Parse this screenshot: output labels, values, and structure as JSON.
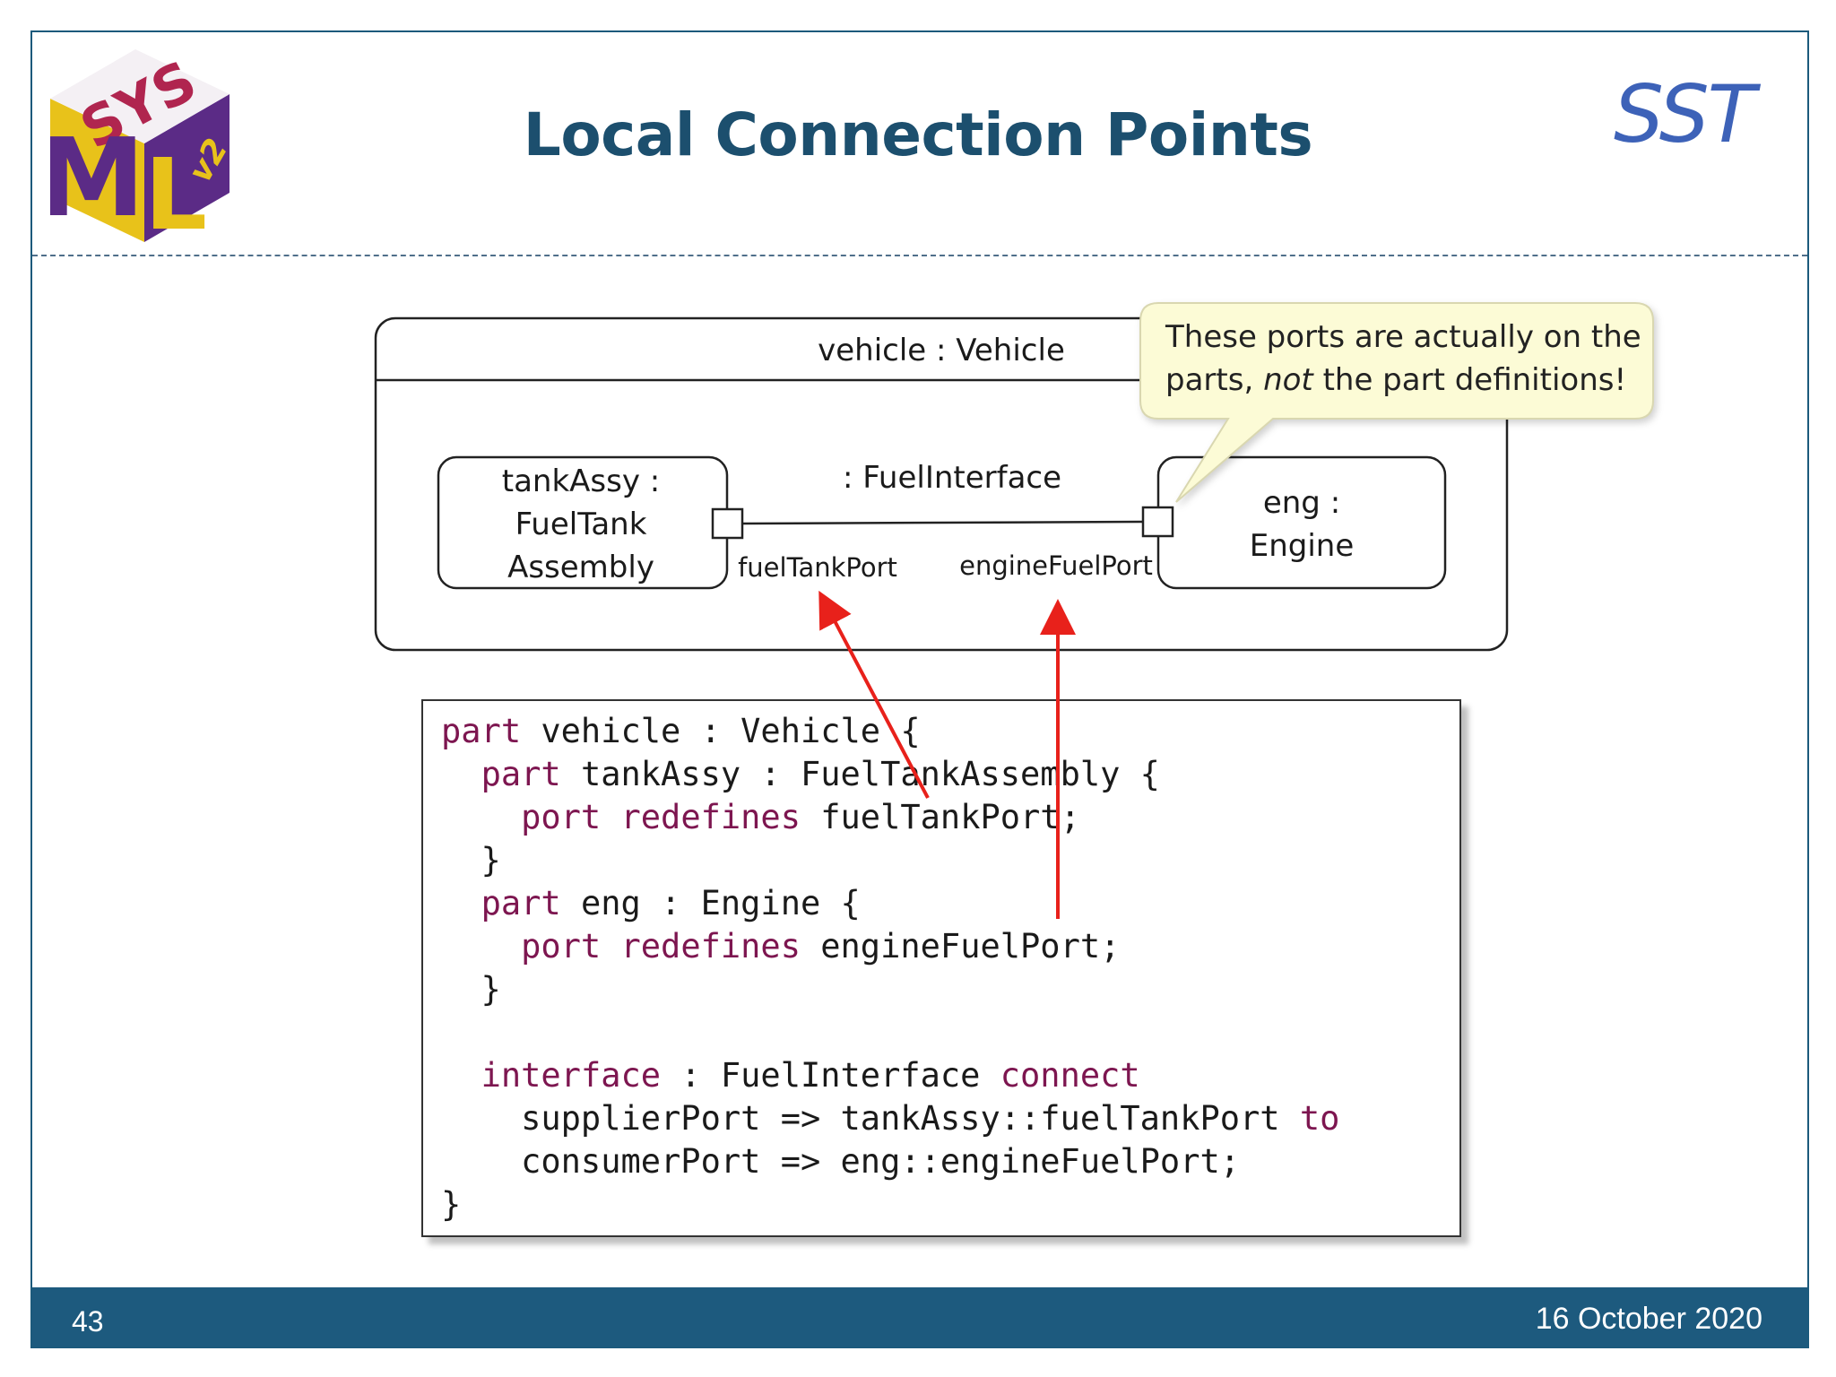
{
  "slide": {
    "title": "Local Connection Points",
    "brand": "SST",
    "page_number": "43",
    "date": "16 October 2020"
  },
  "logo": {
    "letters": [
      "SYS",
      "M",
      "L",
      "v2"
    ],
    "colors": {
      "sys": "#b0254f",
      "m": "#e8c21a",
      "l": "#5b2b86",
      "v2": "#e8c21a"
    }
  },
  "diagram": {
    "outer_part_label": "vehicle : Vehicle",
    "tank_part": {
      "line1": "tankAssy :",
      "line2": "FuelTank",
      "line3": "Assembly"
    },
    "engine_part": {
      "line1": "eng :",
      "line2": "Engine"
    },
    "interface_label": ": FuelInterface",
    "fuel_tank_port_label": "fuelTankPort",
    "engine_fuel_port_label": "engineFuelPort",
    "arrow_color": "#e8211b"
  },
  "callout": {
    "text_before": "These ports are actually on the parts,",
    "emphasis": "not",
    "text_after": "the part definitions!"
  },
  "code": {
    "lines": [
      [
        {
          "k": "part"
        },
        {
          "t": " vehicle : Vehicle {"
        }
      ],
      [
        {
          "t": "  "
        },
        {
          "k": "part"
        },
        {
          "t": " tankAssy : FuelTankAssembly {"
        }
      ],
      [
        {
          "t": "    "
        },
        {
          "k": "port"
        },
        {
          "t": " "
        },
        {
          "k": "redefines"
        },
        {
          "t": " fuelTankPort;"
        }
      ],
      [
        {
          "t": "  }"
        }
      ],
      [
        {
          "t": "  "
        },
        {
          "k": "part"
        },
        {
          "t": " eng : Engine {"
        }
      ],
      [
        {
          "t": "    "
        },
        {
          "k": "port"
        },
        {
          "t": " "
        },
        {
          "k": "redefines"
        },
        {
          "t": " engineFuelPort;"
        }
      ],
      [
        {
          "t": "  }"
        }
      ],
      [
        {
          "t": ""
        }
      ],
      [
        {
          "t": "  "
        },
        {
          "k": "interface"
        },
        {
          "t": " : FuelInterface "
        },
        {
          "k": "connect"
        }
      ],
      [
        {
          "t": "    supplierPort => tankAssy::fuelTankPort "
        },
        {
          "k": "to"
        }
      ],
      [
        {
          "t": "    consumerPort => eng::engineFuelPort;"
        }
      ],
      [
        {
          "t": "}"
        }
      ]
    ]
  }
}
